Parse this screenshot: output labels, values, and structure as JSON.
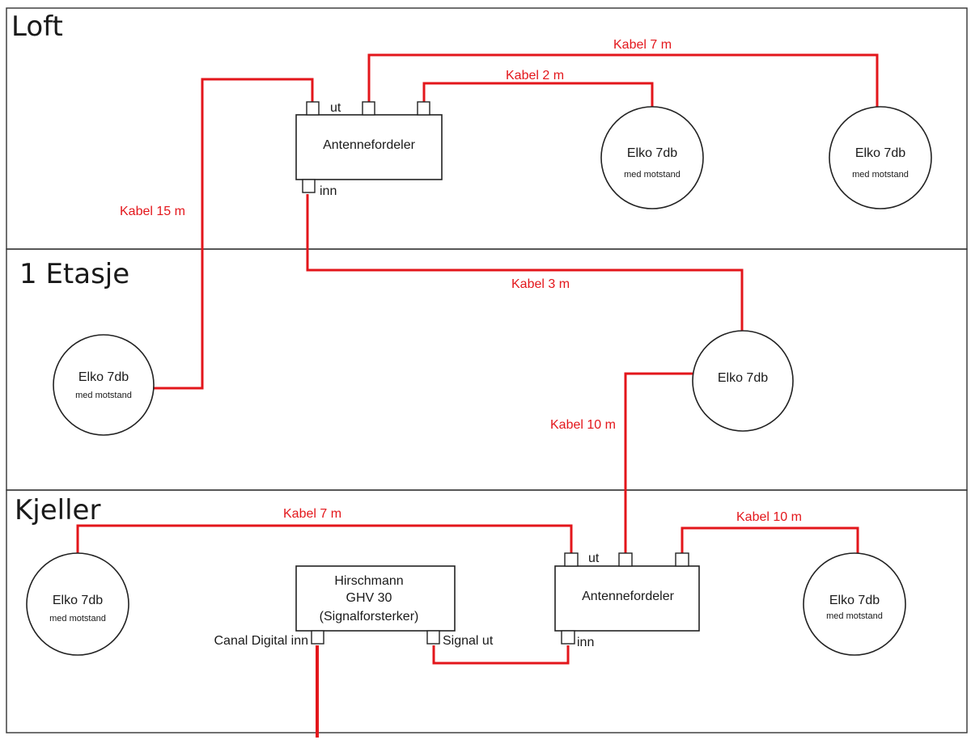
{
  "floors": {
    "loft": "Loft",
    "etasje": "1 Etasje",
    "kjeller": "Kjeller"
  },
  "colors": {
    "cable": "#e3161b",
    "outline": "#222222"
  },
  "cables": {
    "loft_kabel_7m": "Kabel 7 m",
    "loft_kabel_2m": "Kabel 2 m",
    "kabel_15m": "Kabel 15 m",
    "kabel_3m": "Kabel 3 m",
    "kabel_10m_vertical": "Kabel 10 m",
    "kjeller_kabel_7m": "Kabel 7 m",
    "kjeller_kabel_10m": "Kabel 10 m"
  },
  "devices": {
    "loft_splitter": {
      "name": "Antennefordeler",
      "out_label": "ut",
      "in_label": "inn"
    },
    "loft_socket_1": {
      "name": "Elko 7db",
      "sub": "med motstand"
    },
    "loft_socket_2": {
      "name": "Elko 7db",
      "sub": "med motstand"
    },
    "etasje_socket_left": {
      "name": "Elko 7db",
      "sub": "med motstand"
    },
    "etasje_socket_right": {
      "name": "Elko 7db"
    },
    "kjeller_socket_left": {
      "name": "Elko 7db",
      "sub": "med motstand"
    },
    "kjeller_socket_right": {
      "name": "Elko 7db",
      "sub": "med motstand"
    },
    "amplifier": {
      "line1": "Hirschmann",
      "line2": "GHV 30",
      "line3": "(Signalforsterker)",
      "in_label": "Canal Digital inn",
      "out_label": "Signal ut"
    },
    "kjeller_splitter": {
      "name": "Antennefordeler",
      "out_label": "ut",
      "in_label": "inn"
    }
  }
}
